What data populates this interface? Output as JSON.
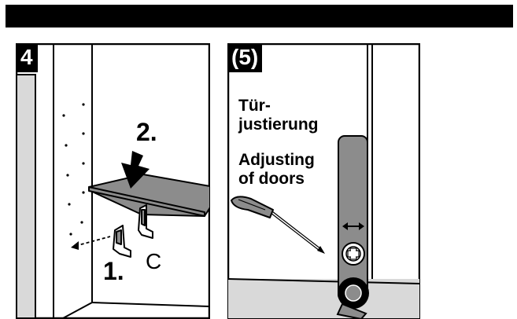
{
  "panel4": {
    "number": "4",
    "step1": "1.",
    "step2": "2.",
    "part_label": "C"
  },
  "panel5": {
    "number": "(5)",
    "title_de_1": "Tür-",
    "title_de_2": "justierung",
    "title_en_1": "Adjusting",
    "title_en_2": "of doors"
  },
  "colors": {
    "black": "#000000",
    "gray": "#8c8c8c",
    "light_gray": "#d9d9d9",
    "white": "#ffffff"
  }
}
